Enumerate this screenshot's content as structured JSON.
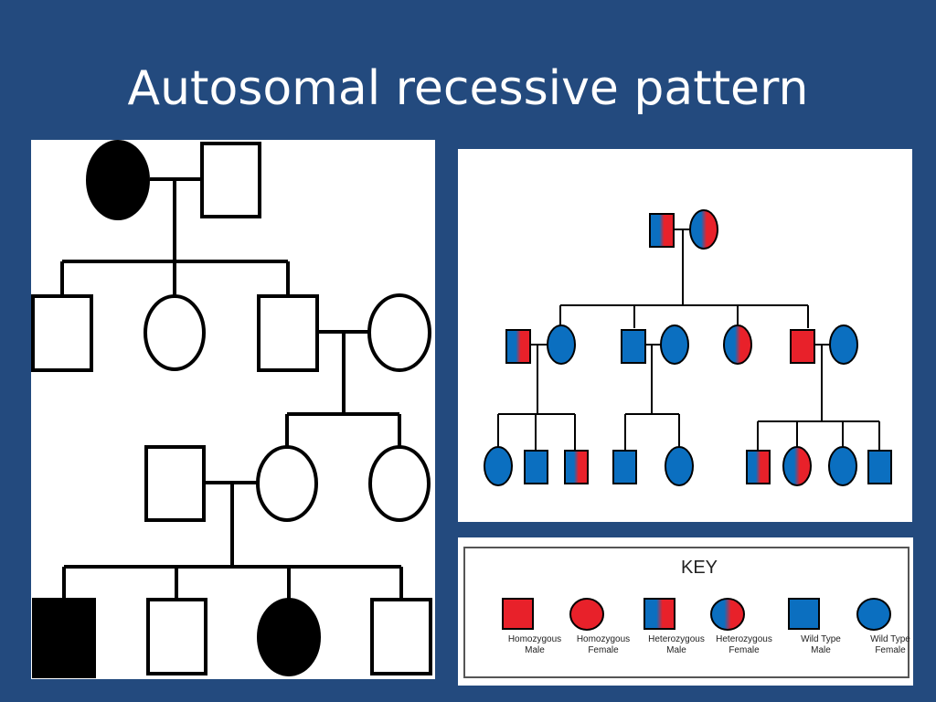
{
  "title": "Autosomal recessive pattern",
  "colors": {
    "background": "#234a7e",
    "affected": "#000000",
    "homozygous": "#e8212a",
    "wild_type": "#0b6fc0"
  },
  "key": {
    "title": "KEY",
    "items": [
      {
        "line1": "Homozygous",
        "line2": "Male",
        "symbol": "square-red"
      },
      {
        "line1": "Homozygous",
        "line2": "Female",
        "symbol": "circle-red"
      },
      {
        "line1": "Heterozygous",
        "line2": "Male",
        "symbol": "square-split"
      },
      {
        "line1": "Heterozygous",
        "line2": "Female",
        "symbol": "circle-split"
      },
      {
        "line1": "Wild Type",
        "line2": "Male",
        "symbol": "square-blue"
      },
      {
        "line1": "Wild Type",
        "line2": "Female",
        "symbol": "circle-blue"
      }
    ]
  }
}
